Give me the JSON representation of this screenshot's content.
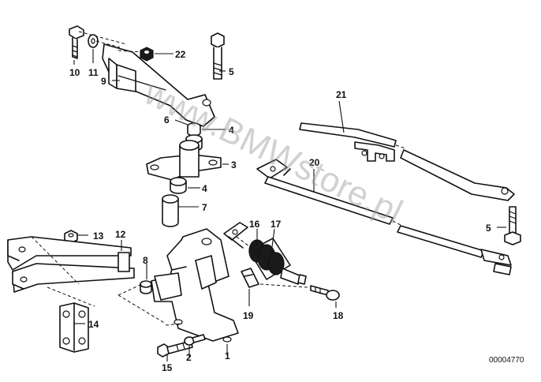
{
  "callouts": {
    "c1": "1",
    "c2": "2",
    "c3": "3",
    "c4a": "4",
    "c4b": "4",
    "c5a": "5",
    "c5b": "5",
    "c6": "6",
    "c7": "7",
    "c8": "8",
    "c9": "9",
    "c10": "10",
    "c11": "11",
    "c12": "12",
    "c13": "13",
    "c14": "14",
    "c15": "15",
    "c16": "16",
    "c17": "17",
    "c18": "18",
    "c19": "19",
    "c20": "20",
    "c21": "21",
    "c22": "22"
  },
  "catalog_number": "00004770",
  "watermark": "www.BMWstore.pl"
}
